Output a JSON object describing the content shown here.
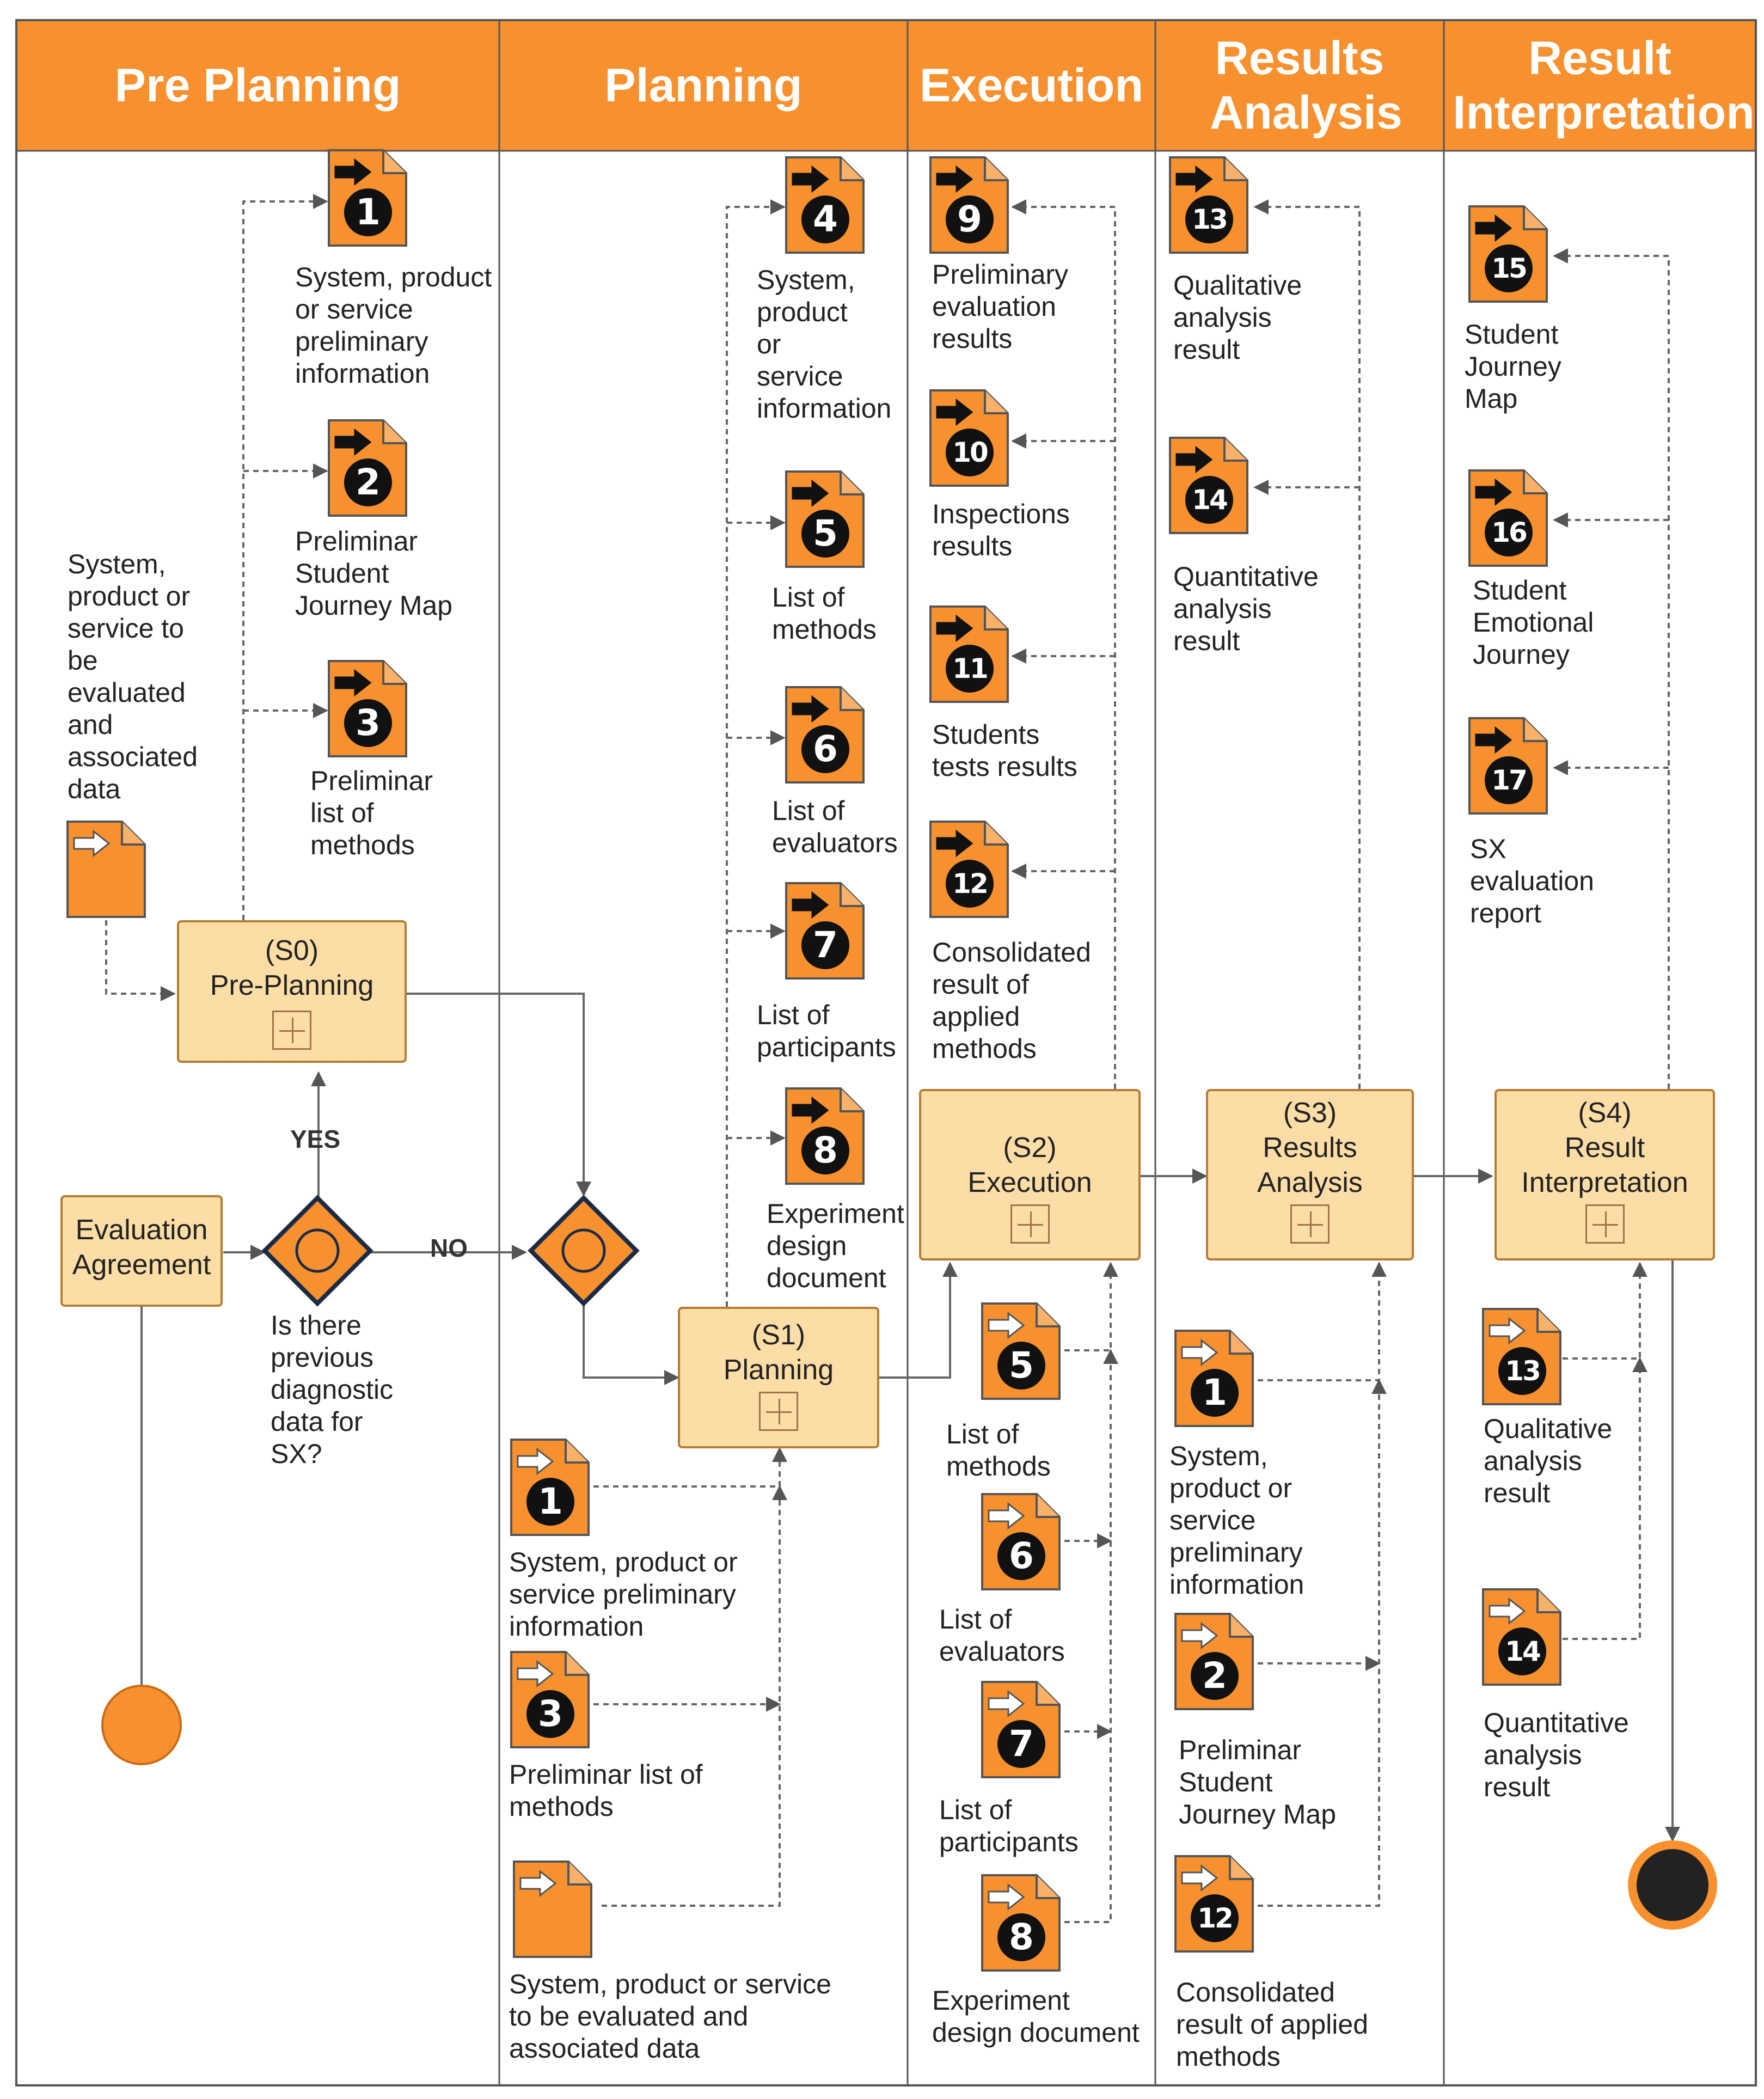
{
  "lanes": [
    "Pre Planning",
    "Planning",
    "Execution",
    "Results Analysis",
    "Result Interpretation"
  ],
  "tasks": {
    "s0": "(S0)\nPre-Planning",
    "s1": "(S1)\nPlanning",
    "s2": "(S2)\nExecution",
    "s3": "(S3)\nResults\nAnalysis",
    "s4": "(S4)\nResult\nInterpretation",
    "agreement": "Evaluation\nAgreement"
  },
  "gateway": {
    "question": "Is there\nprevious\ndiagnostic\ndata for\nSX?",
    "yes": "YES",
    "no": "NO"
  },
  "inputs": {
    "preplanning_input": "System,\nproduct or\nservice to\nbe\nevaluated\nand\nassociated\ndata",
    "planning_in1": "System, product or\nservice preliminary\ninformation",
    "planning_in3": "Preliminar list of\nmethods",
    "planning_in_data": "System, product or service\nto be evaluated and\nassociated data",
    "exec_in5": "List of\nmethods",
    "exec_in6": "List of\nevaluators",
    "exec_in7": "List of\nparticipants",
    "exec_in8": "Experiment\ndesign document",
    "analysis_in1": "System,\nproduct or\nservice\npreliminary\ninformation",
    "analysis_in2": "Preliminar\nStudent\nJourney Map",
    "analysis_in12": "Consolidated\nresult of applied\nmethods",
    "interp_in13": "Qualitative\nanalysis\nresult",
    "interp_in14": "Quantitative\nanalysis\nresult"
  },
  "outputs": {
    "o1": "System, product\nor service\npreliminary\ninformation",
    "o2": "Preliminar\nStudent\nJourney Map",
    "o3": "Preliminar\nlist of\nmethods",
    "o4": "System,\nproduct\nor\nservice\ninformation",
    "o5": "List of\nmethods",
    "o6": "List of\nevaluators",
    "o7": "List of\nparticipants",
    "o8": "Experiment\ndesign\ndocument",
    "o9": "Preliminary\nevaluation\nresults",
    "o10": "Inspections\nresults",
    "o11": "Students\ntests results",
    "o12": "Consolidated\nresult of\napplied\nmethods",
    "o13": "Qualitative\nanalysis\nresult",
    "o14": "Quantitative\nanalysis\nresult",
    "o15": "Student\nJourney\nMap",
    "o16": "Student\nEmotional\nJourney",
    "o17": "SX\nevaluation\nreport"
  },
  "doc_numbers": [
    "1",
    "2",
    "3",
    "4",
    "5",
    "6",
    "7",
    "8",
    "9",
    "10",
    "11",
    "12",
    "13",
    "14",
    "15",
    "16",
    "17"
  ],
  "colors": {
    "header": "#f7902f",
    "document": "#f7902f",
    "task_fill": "#fddda6",
    "gateway": "#f7902f",
    "start_event": "#f7902f",
    "end_event": "#222222"
  }
}
